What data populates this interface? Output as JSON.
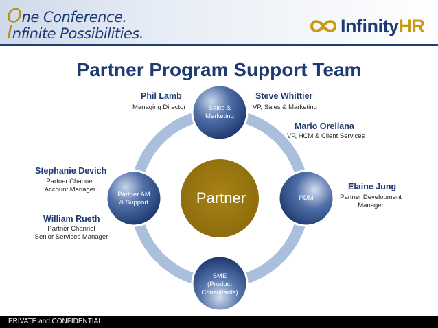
{
  "header": {
    "tagline_line1_initial": "O",
    "tagline_line1_rest": "ne Conference.",
    "tagline_line2_initial": "I",
    "tagline_line2_rest": "nfinite Possibilities.",
    "logo_icon": "infinity-icon",
    "logo_text_main": "Infinity",
    "logo_text_accent": "HR"
  },
  "title": "Partner Program Support Team",
  "center": {
    "label": "Partner"
  },
  "nodes": {
    "sales": {
      "line1": "Sales &",
      "line2": "Marketing"
    },
    "pdm": {
      "label": "PDM"
    },
    "sme": {
      "line1": "SME",
      "line2": "(Product",
      "line3": "Consultants)"
    },
    "partner_am": {
      "line1": "Partner AM",
      "line2": "& Support"
    }
  },
  "people": {
    "phil": {
      "name": "Phil Lamb",
      "role": "Managing Director"
    },
    "steve": {
      "name": "Steve Whittier",
      "role": "VP, Sales & Marketing"
    },
    "mario": {
      "name": "Mario Orellana",
      "role": "VP, HCM & Client Services"
    },
    "elaine": {
      "name": "Elaine Jung",
      "role_line1": "Partner Development",
      "role_line2": "Manager"
    },
    "stephanie": {
      "name": "Stephanie Devich",
      "role_line1": "Partner Channel",
      "role_line2": "Account Manager"
    },
    "william": {
      "name": "William Rueth",
      "role_line1": "Partner Channel",
      "role_line2": "Senior Services Manager"
    }
  },
  "colors": {
    "navy": "#1d3a72",
    "gold": "#b8901a",
    "ring": "#a9bfdc"
  },
  "footer": {
    "text": "PRIVATE and CONFIDENTIAL"
  }
}
